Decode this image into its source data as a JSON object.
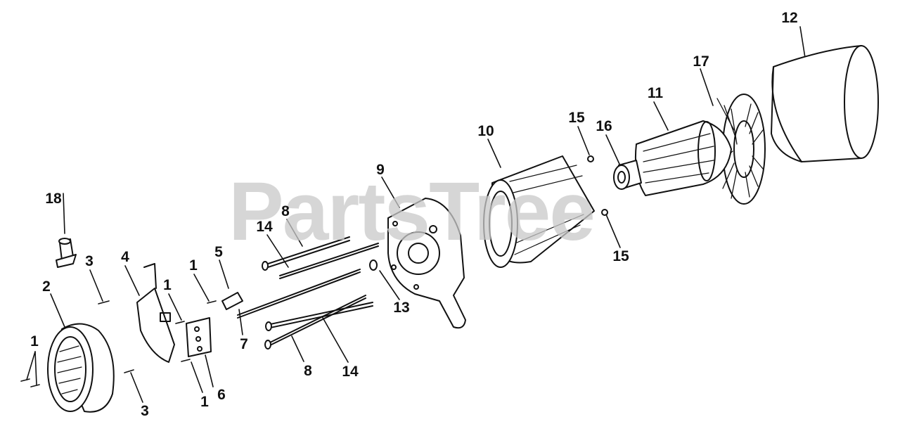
{
  "watermark": "PartsTree",
  "callouts": {
    "c1a": "1",
    "c1b": "1",
    "c1c": "1",
    "c1d": "1",
    "c2": "2",
    "c3a": "3",
    "c3b": "3",
    "c4": "4",
    "c5": "5",
    "c6": "6",
    "c7": "7",
    "c8a": "8",
    "c8b": "8",
    "c9": "9",
    "c10": "10",
    "c11": "11",
    "c12": "12",
    "c13": "13",
    "c14a": "14",
    "c14b": "14",
    "c15a": "15",
    "c15b": "15",
    "c16": "16",
    "c17": "17",
    "c18": "18"
  }
}
